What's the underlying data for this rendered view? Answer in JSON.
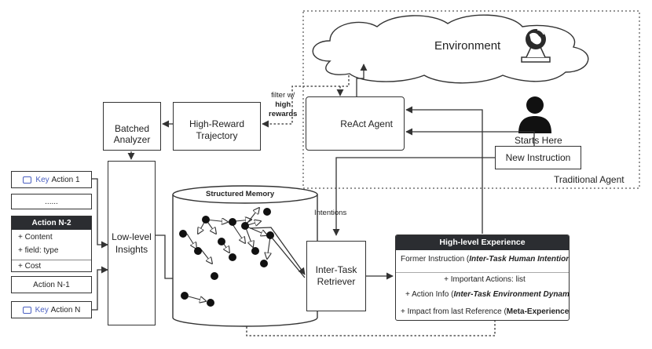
{
  "environment": {
    "label": "Environment",
    "icon": "globe-icon"
  },
  "react_agent": {
    "label": "ReAct Agent",
    "icon": "robot-icon"
  },
  "traditional_agent_label": "Traditional Agent",
  "user": {
    "label": "Starts Here",
    "icon": "user-icon"
  },
  "new_instruction": "New Instruction",
  "filter_note": {
    "line1": "filter w/",
    "line2": "high",
    "line3": "rewards"
  },
  "high_reward": {
    "line1": "High-Reward",
    "line2": "Trajectory",
    "icon": "folder-icon"
  },
  "batched_analyzer": {
    "line1": "Batched",
    "line2": "Analyzer",
    "icon": "brain-icon"
  },
  "low_level_insights": {
    "line1": "Low-level",
    "line2": "Insights",
    "icon": "folder-star-icon"
  },
  "action_list": {
    "key_word": "Key",
    "action1": "Action 1",
    "dots": "......",
    "actionN2_header": "Action N-2",
    "actionN2_fields": [
      "+ Content",
      "+ field: type",
      "+ Cost"
    ],
    "actionN1": "Action N-1",
    "actionN": "Action N"
  },
  "structured_memory": {
    "label": "Structured Memory"
  },
  "intentions_label": "Intentions",
  "retriever": {
    "line1": "Inter-Task",
    "line2": "Retriever"
  },
  "high_level_experience": {
    "title": "High-level Experience",
    "former_prefix": "Former Instruction (",
    "former_em": "Inter-Task Human Intentions",
    "former_suffix": ")",
    "important_actions": "+ Important Actions: list",
    "action_info_prefix": "+ Action Info (",
    "action_info_em": "Inter-Task Environment Dynamics",
    "action_info_suffix": ")",
    "impact_prefix": "+ Impact from last Reference (",
    "impact_em": "Meta-Experience",
    "impact_suffix": ")"
  }
}
